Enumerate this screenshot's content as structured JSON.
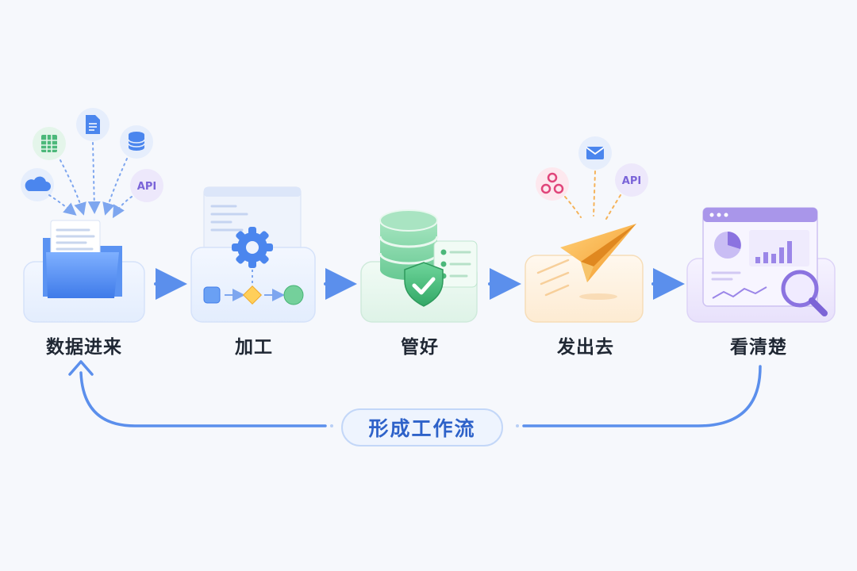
{
  "stages": [
    {
      "label": "数据进来",
      "icon": "folder-icon"
    },
    {
      "label": "加工",
      "icon": "gear-workflow-icon"
    },
    {
      "label": "管好",
      "icon": "database-shield-icon"
    },
    {
      "label": "发出去",
      "icon": "paper-plane-icon"
    },
    {
      "label": "看清楚",
      "icon": "dashboard-magnifier-icon"
    }
  ],
  "sources": {
    "api_label": "API"
  },
  "outputs": {
    "api_label": "API"
  },
  "loop": {
    "label": "形成工作流"
  },
  "colors": {
    "background": "#f6f8fc",
    "blue": "#4b86ee",
    "green": "#5ec48a",
    "orange": "#f5a73c",
    "purple": "#9a84e6",
    "arrow": "#5b8fec"
  }
}
